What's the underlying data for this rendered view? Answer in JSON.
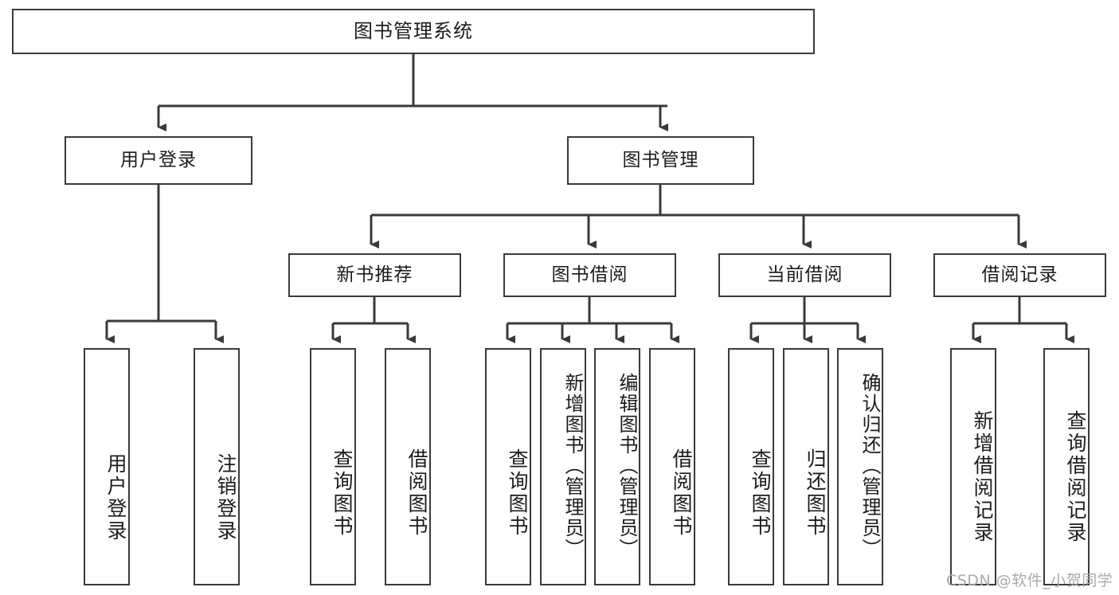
{
  "diagram": {
    "type": "tree-hierarchy-chart",
    "title": "图书管理系统",
    "root": {
      "id": "root",
      "label": "图书管理系统"
    },
    "level2": [
      {
        "id": "user-login",
        "label": "用户登录"
      },
      {
        "id": "book-manage",
        "label": "图书管理"
      }
    ],
    "level3": [
      {
        "id": "new-book-recommend",
        "label": "新书推荐",
        "parent": "book-manage"
      },
      {
        "id": "book-borrow",
        "label": "图书借阅",
        "parent": "book-manage"
      },
      {
        "id": "current-borrow",
        "label": "当前借阅",
        "parent": "book-manage"
      },
      {
        "id": "borrow-record",
        "label": "借阅记录",
        "parent": "book-manage"
      }
    ],
    "leaves": [
      {
        "id": "leaf-user-login",
        "label": "用户登录",
        "parent": "user-login"
      },
      {
        "id": "leaf-user-logout",
        "label": "注销登录",
        "parent": "user-login"
      },
      {
        "id": "leaf-query-book-1",
        "label": "查询图书",
        "parent": "new-book-recommend"
      },
      {
        "id": "leaf-borrow-book-1",
        "label": "借阅图书",
        "parent": "new-book-recommend"
      },
      {
        "id": "leaf-query-book-2",
        "label": "查询图书",
        "parent": "book-borrow"
      },
      {
        "id": "leaf-add-book",
        "label": "新增图书（管理员）",
        "parent": "book-borrow"
      },
      {
        "id": "leaf-edit-book",
        "label": "编辑图书（管理员）",
        "parent": "book-borrow"
      },
      {
        "id": "leaf-borrow-book-2",
        "label": "借阅图书",
        "parent": "book-borrow"
      },
      {
        "id": "leaf-query-book-3",
        "label": "查询图书",
        "parent": "current-borrow"
      },
      {
        "id": "leaf-return-book",
        "label": "归还图书",
        "parent": "current-borrow"
      },
      {
        "id": "leaf-confirm-return",
        "label": "确认归还（管理员）",
        "parent": "current-borrow"
      },
      {
        "id": "leaf-add-record",
        "label": "新增借阅记录",
        "parent": "borrow-record"
      },
      {
        "id": "leaf-query-record",
        "label": "查询借阅记录",
        "parent": "borrow-record"
      }
    ],
    "colors": {
      "stroke": "#3a3a3a",
      "text": "#1c1c1c",
      "background": "#ffffff",
      "watermark": "#a9a9a9"
    }
  },
  "watermark": {
    "text": "CSDN @软件_小贺同学"
  }
}
